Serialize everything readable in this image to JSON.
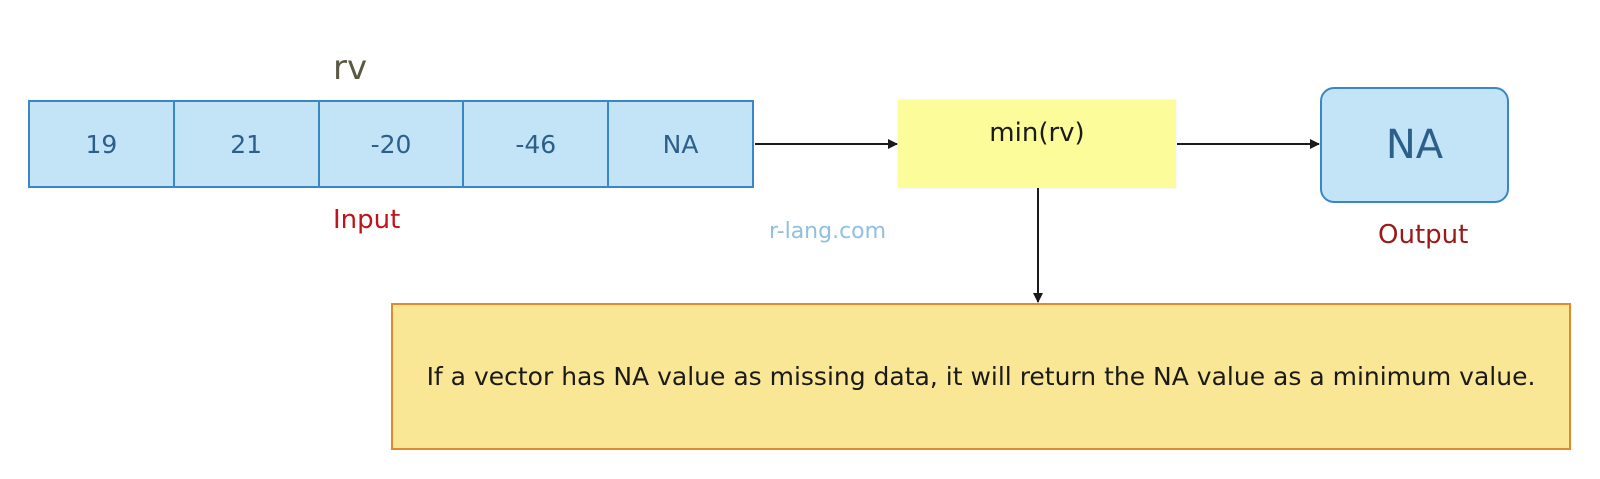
{
  "vector": {
    "name": "rv",
    "values": [
      "19",
      "21",
      "-20",
      "-46",
      "NA"
    ]
  },
  "labels": {
    "input": "Input",
    "output": "Output",
    "watermark": "r-lang.com"
  },
  "function": {
    "call": "min(rv)"
  },
  "output": {
    "value": "NA"
  },
  "note": {
    "text": "If a vector has NA value as missing data, it will return the NA value as a minimum value."
  },
  "colors": {
    "cell_fill": "#c3e4f7",
    "cell_border": "#3a86c8",
    "function_fill": "#fcfc9a",
    "note_fill": "#f9e795",
    "note_border": "#e08a2e",
    "input_label": "#c0141c",
    "output_label": "#9a1a1a",
    "watermark": "#8fc0df"
  }
}
